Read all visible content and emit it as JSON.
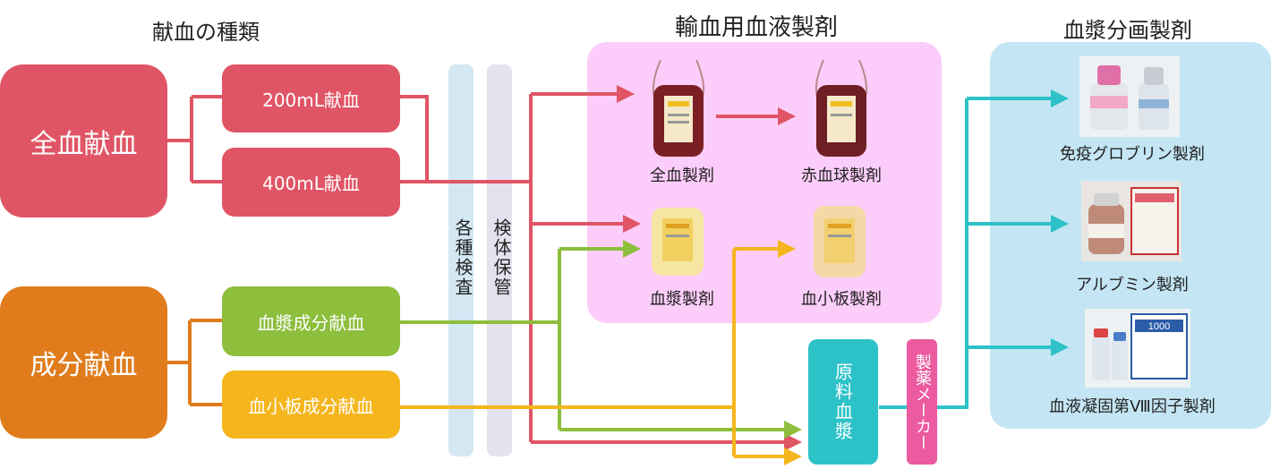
{
  "headings": {
    "donation_types": "献血の種類",
    "transfusion_products": "輸血用血液製剤",
    "plasma_derivatives": "血漿分画製剤"
  },
  "donation": {
    "whole_blood": "全血献血",
    "whole_200": "200mL献血",
    "whole_400": "400mL献血",
    "apheresis": "成分献血",
    "plasma_apheresis": "血漿成分献血",
    "platelet_apheresis": "血小板成分献血"
  },
  "process": {
    "tests": "各種検査",
    "sample_storage": "検体保管"
  },
  "products": {
    "whole_blood": "全血製剤",
    "red_cells": "赤血球製剤",
    "plasma": "血漿製剤",
    "platelets": "血小板製剤"
  },
  "source_plasma": "原料血漿",
  "manufacturer": "製薬メーカー",
  "derivatives": {
    "immunoglobulin": "免疫グロブリン製剤",
    "albumin": "アルブミン製剤",
    "factor8": "血液凝固第Ⅷ因子製剤",
    "factor8_box_number": "1000"
  },
  "colors": {
    "whole": "#e05565",
    "apheresis": "#e07c1c",
    "plasma_line": "#8dbe3c",
    "platelet": "#f5b51d",
    "panel_pink": "#fccdfa",
    "panel_blue": "#c4e6f4",
    "source_plasma": "#2cc2c8",
    "manufacturer": "#ec5aa0",
    "bar_tests": "#d3e8f3",
    "bar_storage": "#e4e2ef"
  }
}
